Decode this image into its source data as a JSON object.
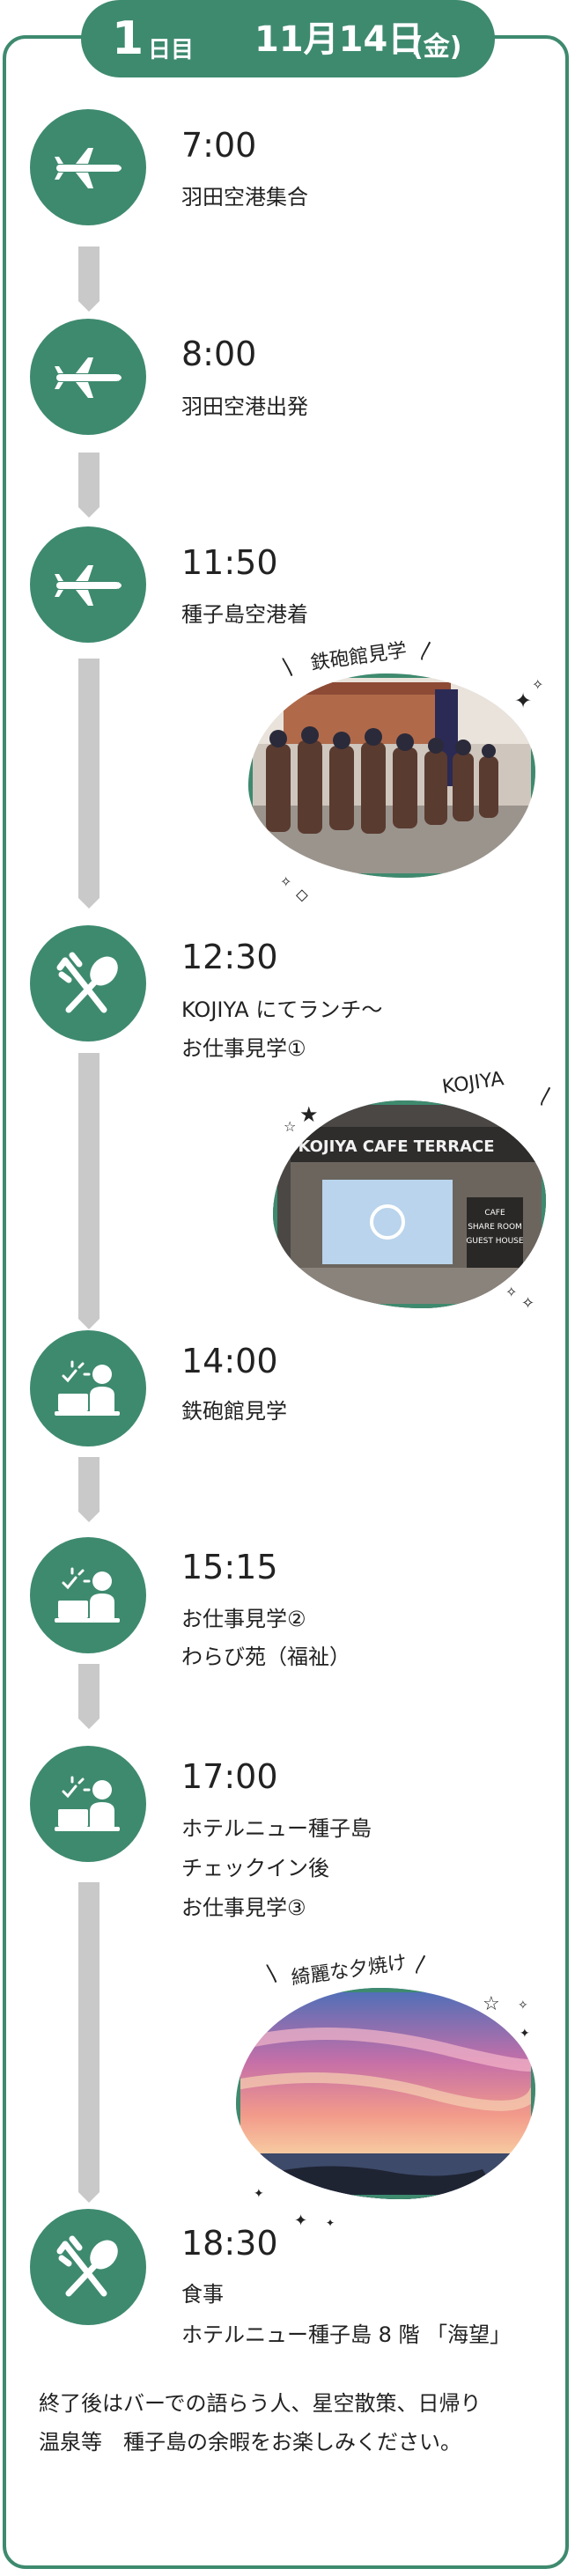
{
  "header": {
    "day_number": "1",
    "day_unit": "日目",
    "date": "11月14日",
    "weekday": "(金)"
  },
  "events": [
    {
      "time": "7:00",
      "lines": [
        "羽田空港集合"
      ],
      "icon": "airplane-icon"
    },
    {
      "time": "8:00",
      "lines": [
        "羽田空港出発"
      ],
      "icon": "airplane-icon"
    },
    {
      "time": "11:50",
      "lines": [
        "種子島空港着"
      ],
      "icon": "airplane-icon"
    },
    {
      "time": "12:30",
      "lines": [
        "KOJIYA にてランチ〜",
        "お仕事見学①"
      ],
      "icon": "cutlery-icon"
    },
    {
      "time": "14:00",
      "lines": [
        "鉄砲館見学"
      ],
      "icon": "work-desk-icon"
    },
    {
      "time": "15:15",
      "lines": [
        "お仕事見学②",
        "わらび苑（福祉）"
      ],
      "icon": "work-desk-icon"
    },
    {
      "time": "17:00",
      "lines": [
        "ホテルニュー種子島",
        "チェックイン後",
        "お仕事見学③"
      ],
      "icon": "work-desk-icon"
    },
    {
      "time": "18:30",
      "lines": [
        "食事",
        "ホテルニュー種子島 8 階 「海望」"
      ],
      "icon": "cutlery-icon"
    }
  ],
  "photos": {
    "museum": {
      "label": "鉄砲館見学"
    },
    "kojiya": {
      "label": "KOJIYA",
      "sign": "KOJIYA CAFE TERRACE",
      "board_lines": [
        "CAFE",
        "SHARE ROOM",
        "GUEST HOUSE"
      ]
    },
    "sunset": {
      "label": "綺麗な夕焼け"
    }
  },
  "footer": {
    "line1": "終了後はバーでの語らう人、星空散策、日帰り",
    "line2": "温泉等　種子島の余暇をお楽しみください。"
  },
  "colors": {
    "accent": "#3e8a6f",
    "connector": "#c9c9c9"
  }
}
